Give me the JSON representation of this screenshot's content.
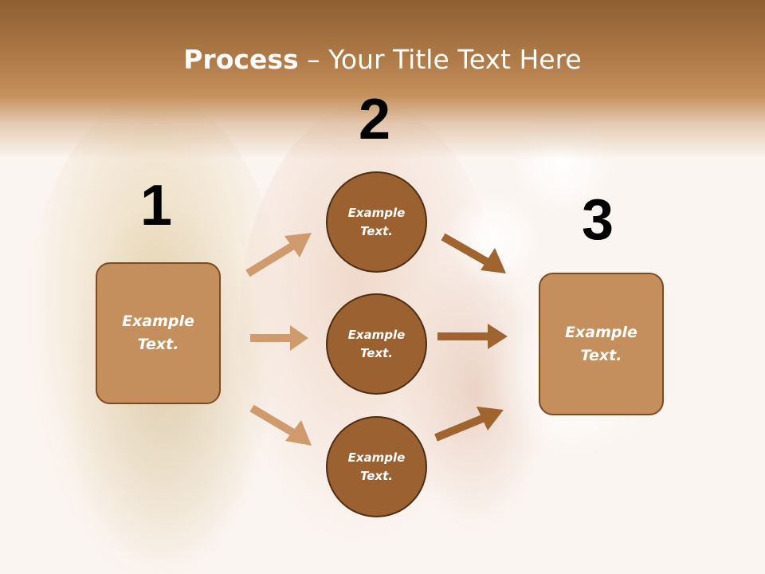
{
  "title": {
    "strong": "Process",
    "rest": " – Your Title Text Here"
  },
  "steps": {
    "one": {
      "number": "1",
      "text": "Example\nText."
    },
    "two": {
      "number": "2",
      "items": [
        "Example\nText.",
        "Example\nText.",
        "Example\nText."
      ]
    },
    "three": {
      "number": "3",
      "text": "Example\nText."
    }
  },
  "colors": {
    "header": "#b07b48",
    "box_fill": "#c58f5d",
    "box_border": "#7b4b22",
    "circle_fill": "#9b6130",
    "circle_border": "#4e2e14",
    "arrow_light": "#d09b6c",
    "arrow_dark": "#a0652f"
  }
}
